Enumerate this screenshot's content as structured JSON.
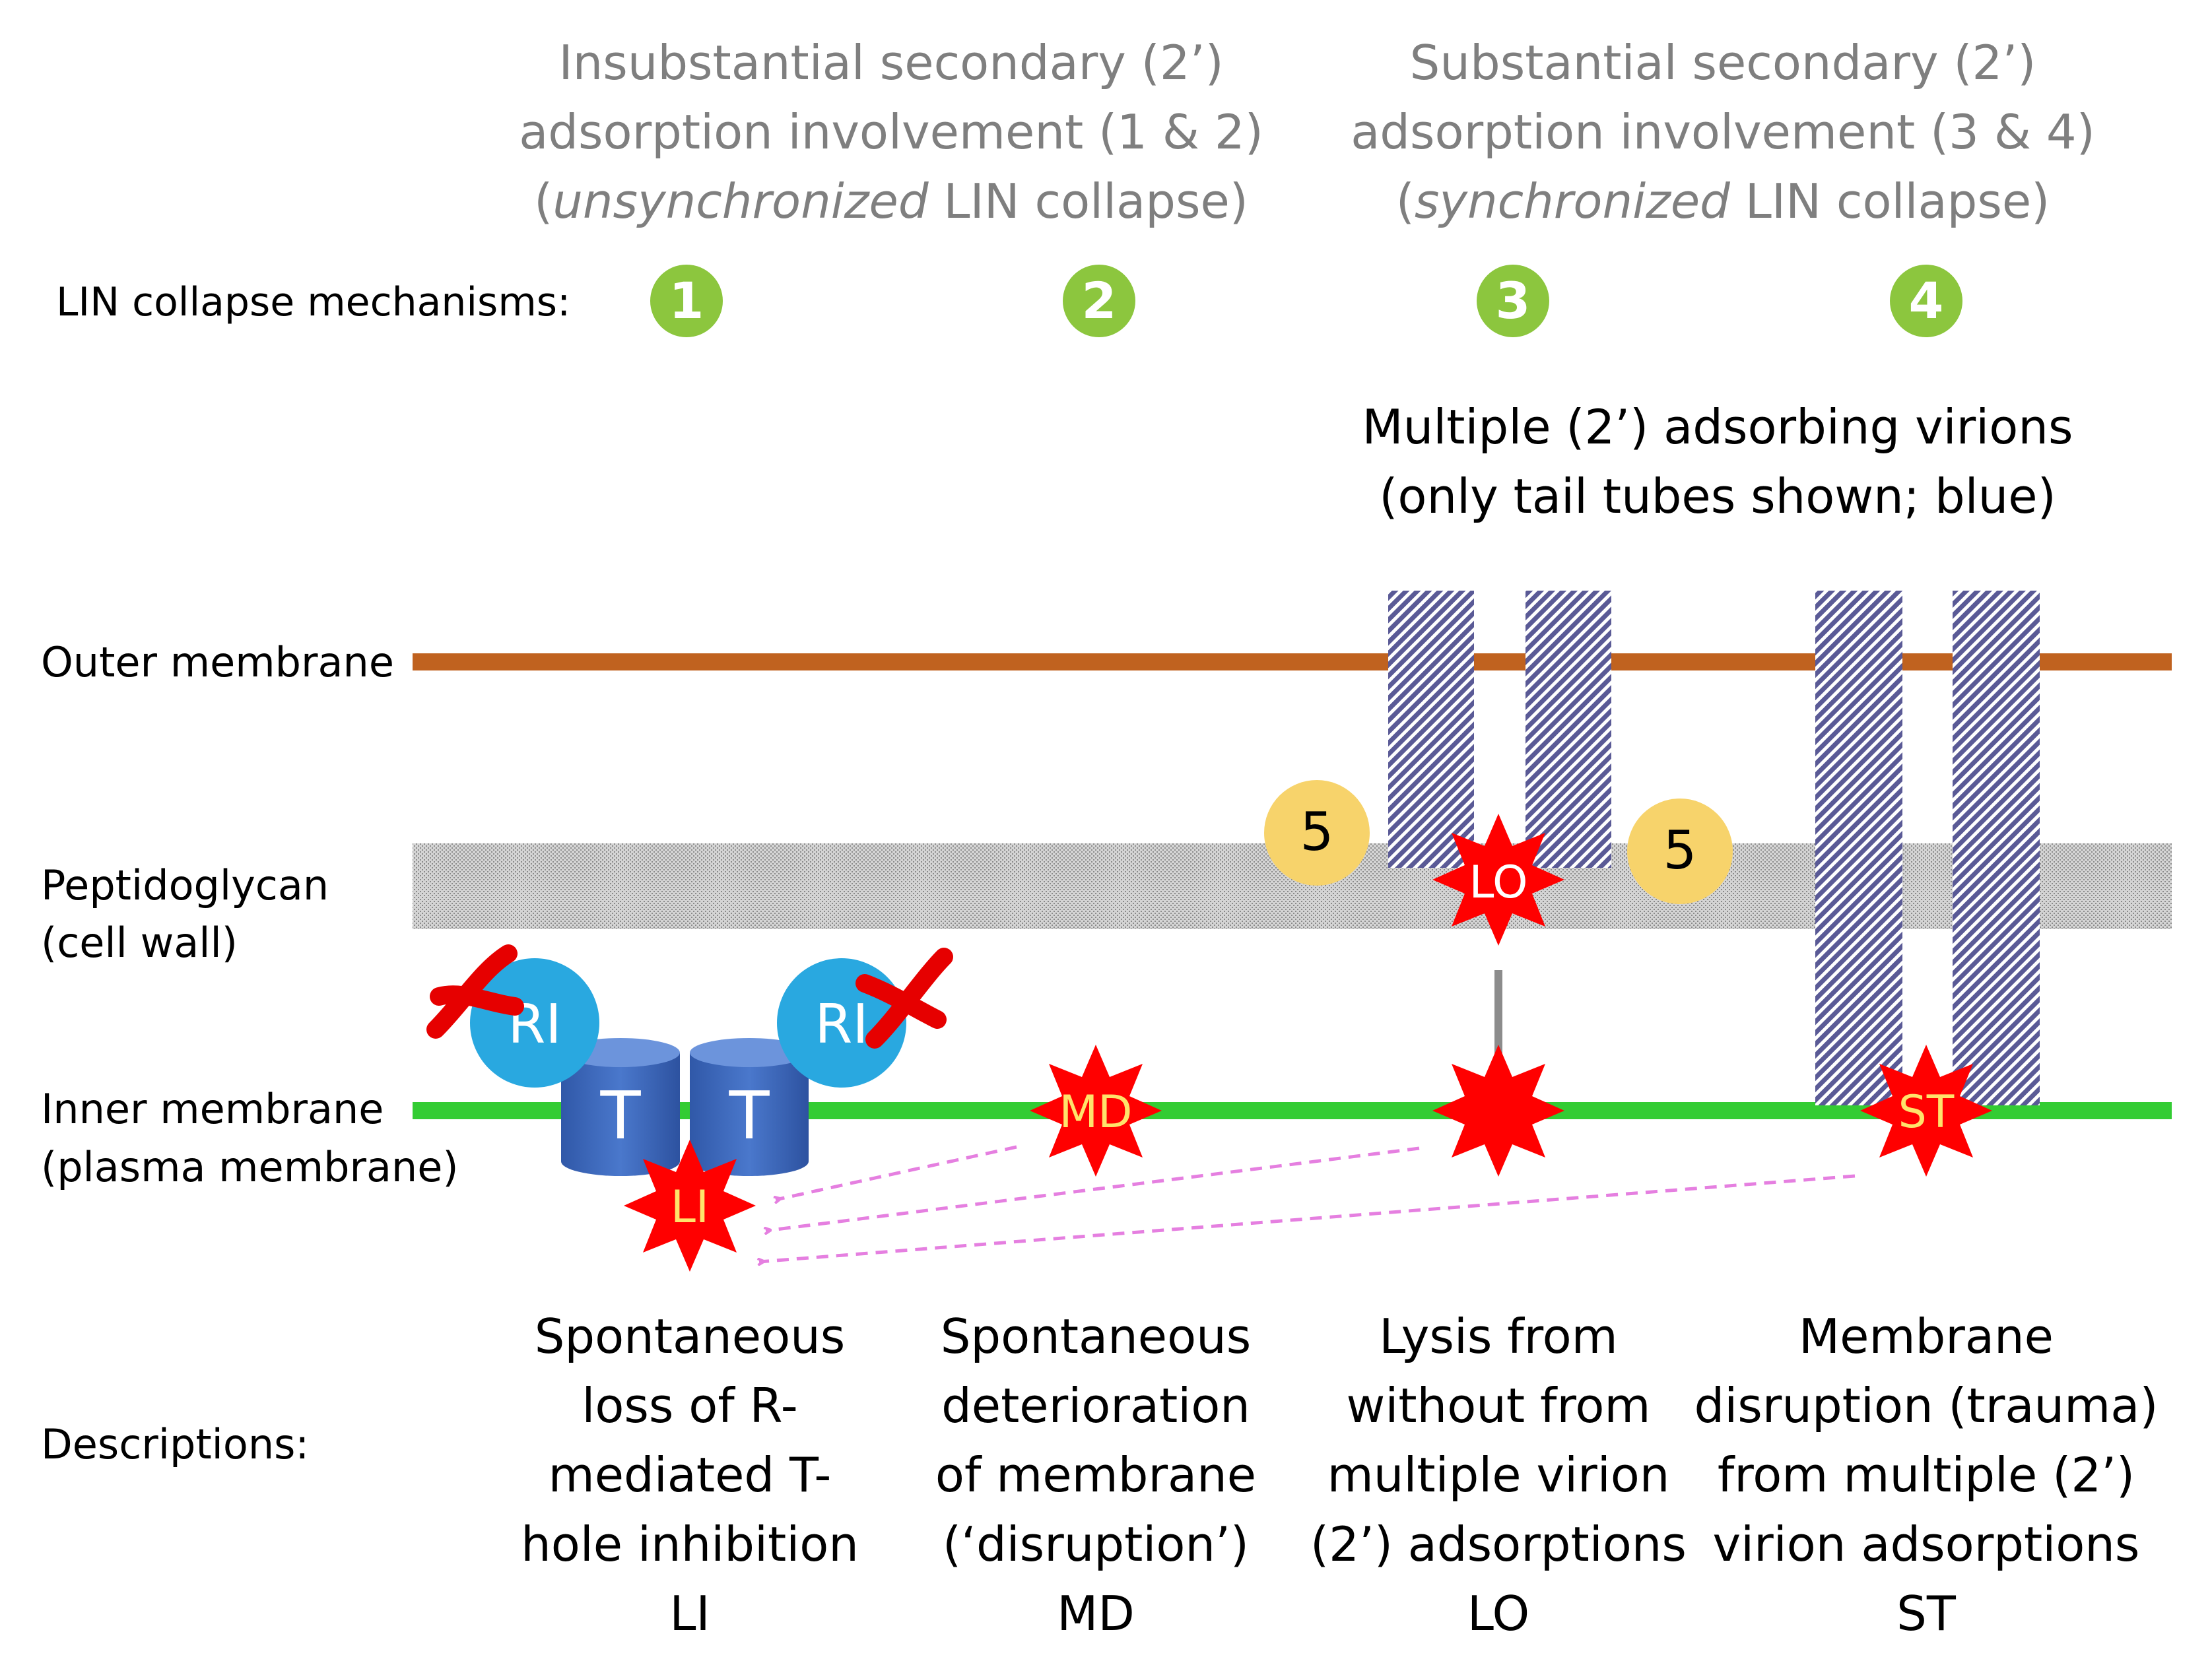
{
  "colors": {
    "outer_membrane": "#c0621f",
    "peptidoglycan": "#c4c4c4",
    "inner_membrane": "#33cc33",
    "tail_tube": "#5a5a96",
    "badge_green": "#8cc63e",
    "star_red": "#ff0000",
    "badge_five": "#f7d36b",
    "ri_blue": "#29a8e0",
    "t_blue": "#3f6cc4",
    "arrow_pink": "#e57fe0",
    "header_gray": "#7f7f7f",
    "cross_red": "#e60000"
  },
  "headers": {
    "left": {
      "line1": "Insubstantial secondary (2’)",
      "line2": "adsorption involvement (1 & 2)",
      "line3_open": "(",
      "line3_italic": "unsynchronized",
      "line3_rest": " LIN collapse)"
    },
    "right": {
      "line1": "Substantial secondary (2’)",
      "line2": "adsorption involvement (3 & 4)",
      "line3_open": "(",
      "line3_italic": "synchronized",
      "line3_rest": " LIN collapse)"
    }
  },
  "mechanisms": {
    "label": "LIN collapse mechanisms:",
    "badges": [
      "1",
      "2",
      "3",
      "4"
    ]
  },
  "virions_note": {
    "line1": "Multiple (2’) adsorbing virions",
    "line2": "(only tail tubes shown; blue)"
  },
  "layers": {
    "outer_membrane": "Outer membrane",
    "peptidoglycan_line1": "Peptidoglycan",
    "peptidoglycan_line2": "(cell wall)",
    "inner_membrane_line1": "Inner membrane",
    "inner_membrane_line2": "(plasma membrane)"
  },
  "markers": {
    "five": "5",
    "ri": "RI",
    "t": "T",
    "li": "LI",
    "md": "MD",
    "lo": "LO",
    "st": "ST"
  },
  "descriptions": {
    "label": "Descriptions:",
    "col1": [
      "Spontaneous",
      "loss of R-",
      "mediated T-",
      "hole inhibition",
      "LI"
    ],
    "col2": [
      "Spontaneous",
      "deterioration",
      "of membrane",
      "(‘disruption’)",
      "MD"
    ],
    "col3": [
      "Lysis from",
      "without from",
      "multiple virion",
      "(2’) adsorptions",
      "LO"
    ],
    "col4": [
      "Membrane",
      "disruption (trauma)",
      "from multiple (2’)",
      "virion adsorptions",
      "ST"
    ]
  }
}
